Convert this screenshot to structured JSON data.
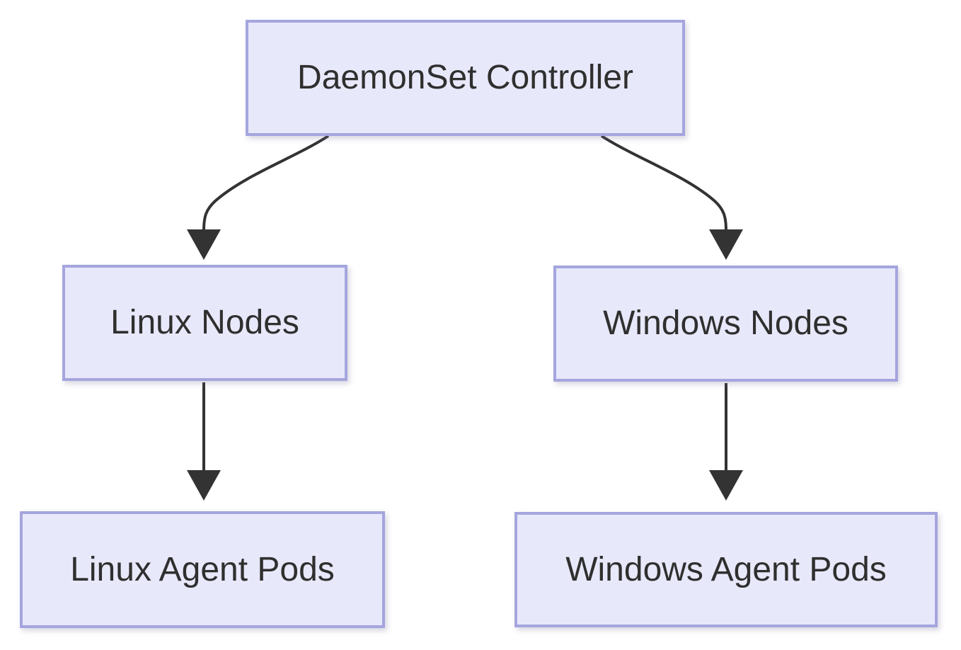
{
  "diagram": {
    "type": "flowchart",
    "direction": "top-to-bottom",
    "nodes": [
      {
        "id": "daemonset-controller",
        "label": "DaemonSet Controller"
      },
      {
        "id": "linux-nodes",
        "label": "Linux Nodes"
      },
      {
        "id": "windows-nodes",
        "label": "Windows Nodes"
      },
      {
        "id": "linux-agent-pods",
        "label": "Linux Agent Pods"
      },
      {
        "id": "windows-agent-pods",
        "label": "Windows Agent Pods"
      }
    ],
    "edges": [
      {
        "from": "daemonset-controller",
        "to": "linux-nodes",
        "style": "curved-arrow"
      },
      {
        "from": "daemonset-controller",
        "to": "windows-nodes",
        "style": "curved-arrow"
      },
      {
        "from": "linux-nodes",
        "to": "linux-agent-pods",
        "style": "straight-arrow"
      },
      {
        "from": "windows-nodes",
        "to": "windows-agent-pods",
        "style": "straight-arrow"
      }
    ],
    "colors": {
      "node_fill": "#E8E8FB",
      "node_border": "#A5A5DE",
      "edge": "#333333",
      "text": "#2F2F2F",
      "background": "#FFFFFF"
    }
  }
}
